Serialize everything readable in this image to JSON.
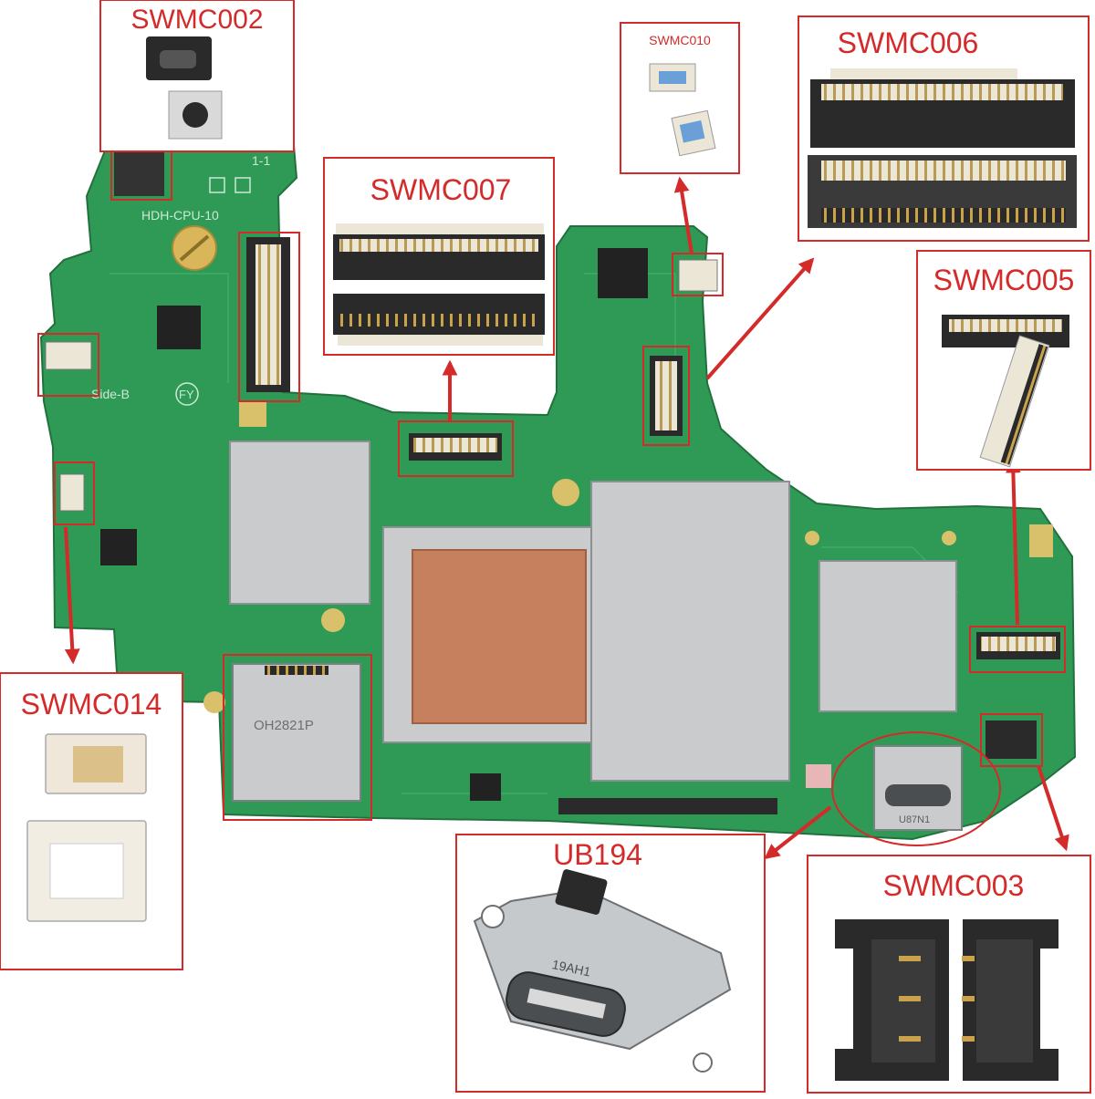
{
  "colors": {
    "accent_red": "#d42a2a",
    "pcb_green": "#2f9a55",
    "pcb_dark": "#22703d",
    "shield_silver": "#c9cbcc",
    "copper": "#c7805e",
    "connector_black": "#2a2a2a",
    "connector_white": "#ece6d6"
  },
  "labels": {
    "swmc002": "SWMC002",
    "swmc010": "SWMC010",
    "swmc006": "SWMC006",
    "swmc007": "SWMC007",
    "swmc005": "SWMC005",
    "swmc014": "SWMC014",
    "ub194": "UB194",
    "swmc003": "SWMC003"
  },
  "board_text": {
    "model": "HDH-CPU-10",
    "side": "Side-B",
    "fy": "FY",
    "corner": "1-1",
    "sd_marking": "OH2821P",
    "usb_marking": "U87N1",
    "ub194_marking": "19AH1"
  }
}
